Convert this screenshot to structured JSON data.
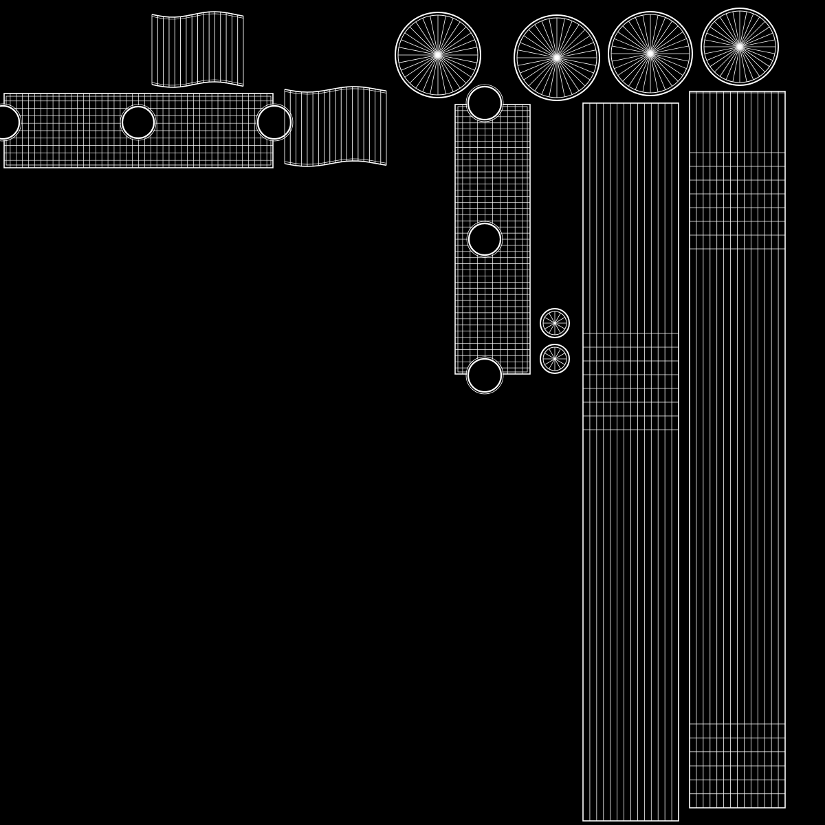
{
  "colors": {
    "background": "#000000",
    "wire": "#ffffff"
  },
  "islands": [
    {
      "kind": "grid-strip",
      "name": "uv-island-wavy-strip-top"
    },
    {
      "kind": "plate-with-holes",
      "name": "uv-island-horizontal-plate"
    },
    {
      "kind": "grid-strip",
      "name": "uv-island-wavy-strip-middle"
    },
    {
      "kind": "disc",
      "name": "uv-island-disc-1",
      "spokes": 32
    },
    {
      "kind": "disc",
      "name": "uv-island-disc-2",
      "spokes": 32
    },
    {
      "kind": "disc",
      "name": "uv-island-disc-3",
      "spokes": 32
    },
    {
      "kind": "disc",
      "name": "uv-island-disc-4",
      "spokes": 32
    },
    {
      "kind": "plate-with-holes",
      "name": "uv-island-vertical-plate"
    },
    {
      "kind": "disc",
      "name": "uv-island-small-disc-1",
      "spokes": 12
    },
    {
      "kind": "disc",
      "name": "uv-island-small-disc-2",
      "spokes": 12
    },
    {
      "kind": "grid-strip",
      "name": "uv-island-tall-strip-left"
    },
    {
      "kind": "grid-strip",
      "name": "uv-island-tall-strip-right"
    }
  ]
}
